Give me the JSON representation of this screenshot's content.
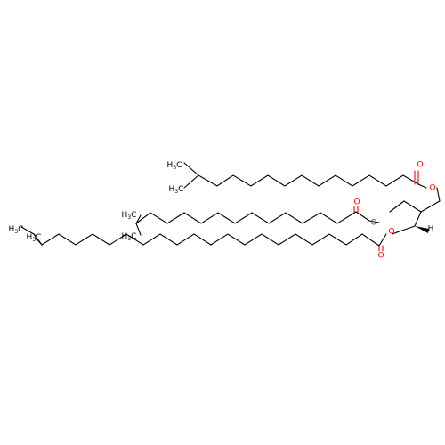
{
  "molecule": {
    "atom_labels": {
      "oxygen": "O",
      "hydrogen": "H",
      "methyl": "H3C",
      "methyl_element": "H",
      "methyl_subscript": "3",
      "methyl_carbon": "C"
    },
    "colors": {
      "carbon_bonds": "#000000",
      "oxygen": "#ff0000"
    }
  }
}
